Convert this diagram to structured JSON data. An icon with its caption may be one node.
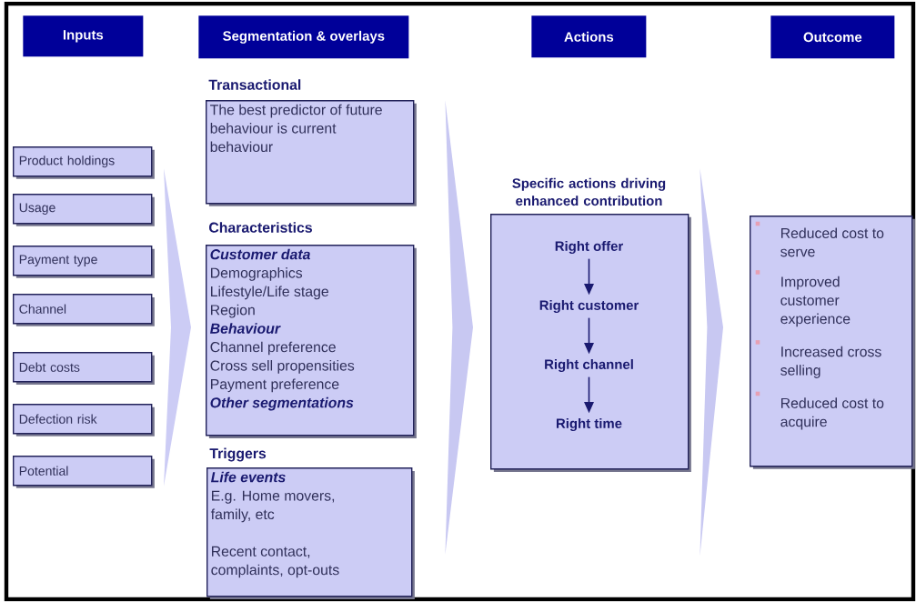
{
  "diagram": {
    "nodes": [
      {
        "text": [
          "Inputs"
        ]
      },
      {
        "text": [
          "Segmentation & overlays"
        ]
      },
      {
        "text": [
          "Actions"
        ]
      },
      {
        "text": [
          "Outcome"
        ]
      },
      {
        "text": [
          "Product holdings"
        ]
      },
      {
        "text": [
          "Usage"
        ]
      },
      {
        "text": [
          "Payment type"
        ]
      },
      {
        "text": [
          "Channel"
        ]
      },
      {
        "text": [
          "Debt costs"
        ]
      },
      {
        "text": [
          "Defection risk"
        ]
      },
      {
        "text": [
          "Potential"
        ]
      },
      {
        "text": [
          "Transactional",
          "The best predictor of future behaviour is current behaviour"
        ]
      },
      {
        "text": [
          "Characteristics",
          "Customer data",
          "Demographics",
          "Lifestyle/Life stage",
          "Region",
          "Behaviour",
          "Channel preference",
          "Cross sell propensities",
          "Payment preference",
          "Other segmentations"
        ]
      },
      {
        "text": [
          "Triggers",
          "Life events",
          "E.g. Home movers, family, etc",
          "Recent contact, complaints, opt-outs"
        ]
      },
      {
        "text": [
          "Specific actions driving enhanced contribution"
        ]
      },
      {
        "text": [
          "Right offer"
        ],
        "in": 14
      },
      {
        "text": [
          "Right customer"
        ],
        "in": 14
      },
      {
        "text": [
          "Right channel"
        ],
        "in": 14
      },
      {
        "text": [
          "Right time"
        ],
        "in": 14
      },
      {
        "text": [
          "Reduced cost to serve",
          "Improved customer experience",
          "Increased cross selling",
          "Reduced cost to acquire"
        ]
      }
    ],
    "edges": [
      {
        "from": 12,
        "to": 14,
        "arrow": "to",
        "style": "thick",
        "color": "#c8c8f2"
      },
      {
        "from": 14,
        "to": 19,
        "arrow": "to",
        "style": "thick",
        "color": "#c8c8f2"
      },
      {
        "from": 15,
        "to": 16,
        "arrow": "to"
      },
      {
        "from": 16,
        "to": 17,
        "arrow": "to"
      },
      {
        "from": 17,
        "to": 18,
        "arrow": "to"
      }
    ]
  }
}
